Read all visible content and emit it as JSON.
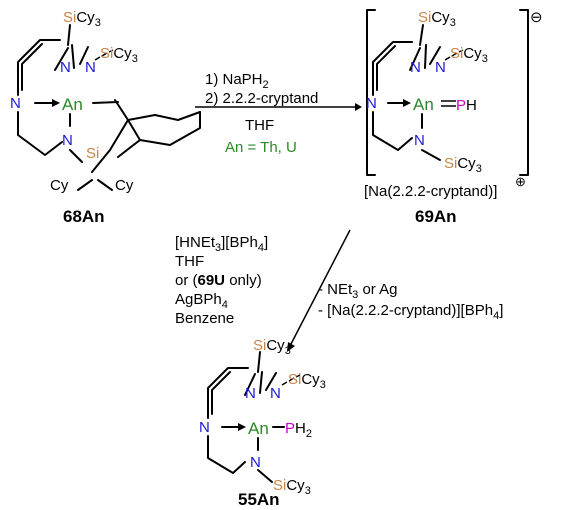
{
  "colors": {
    "nitrogen": "#1a1acc",
    "silicon": "#c8864a",
    "metal": "#2a8a2a",
    "phosphorus": "#cc00cc",
    "text": "#000000"
  },
  "labels": {
    "si": "Si",
    "cy3": "Cy",
    "cy3_sub": "3",
    "cy": "Cy",
    "n": "N",
    "an": "An",
    "p": "P",
    "h": "H",
    "h2": "H",
    "h2_sub": "2"
  },
  "compounds": {
    "c68": "68An",
    "c69": "69An",
    "c55": "55An",
    "counter_minus": "⊖",
    "counter_plus": "⊕",
    "cation": "[Na(2.2.2-cryptand)]"
  },
  "step1": {
    "line1": "1) NaPH",
    "line1_sub": "2",
    "line2": "2) 2.2.2-cryptand",
    "solvent": "THF",
    "metal_note": "An = Th, U"
  },
  "step2": {
    "reagent_a_pre": "[HNEt",
    "reagent_a_sub1": "3",
    "reagent_a_mid": "][BPh",
    "reagent_a_sub2": "4",
    "reagent_a_post": "]",
    "solvent": "THF",
    "alt_open": "or (",
    "alt_bold": "69U",
    "alt_close": " only)",
    "reagent_b_pre": "AgBPh",
    "reagent_b_sub": "4",
    "solvent_b": "Benzene"
  },
  "byproducts": {
    "line1_pre": "- NEt",
    "line1_sub": "3",
    "line1_post": " or Ag",
    "line2_pre": "- [Na(2.2.2-cryptand)][BPh",
    "line2_sub": "4",
    "line2_post": "]"
  }
}
